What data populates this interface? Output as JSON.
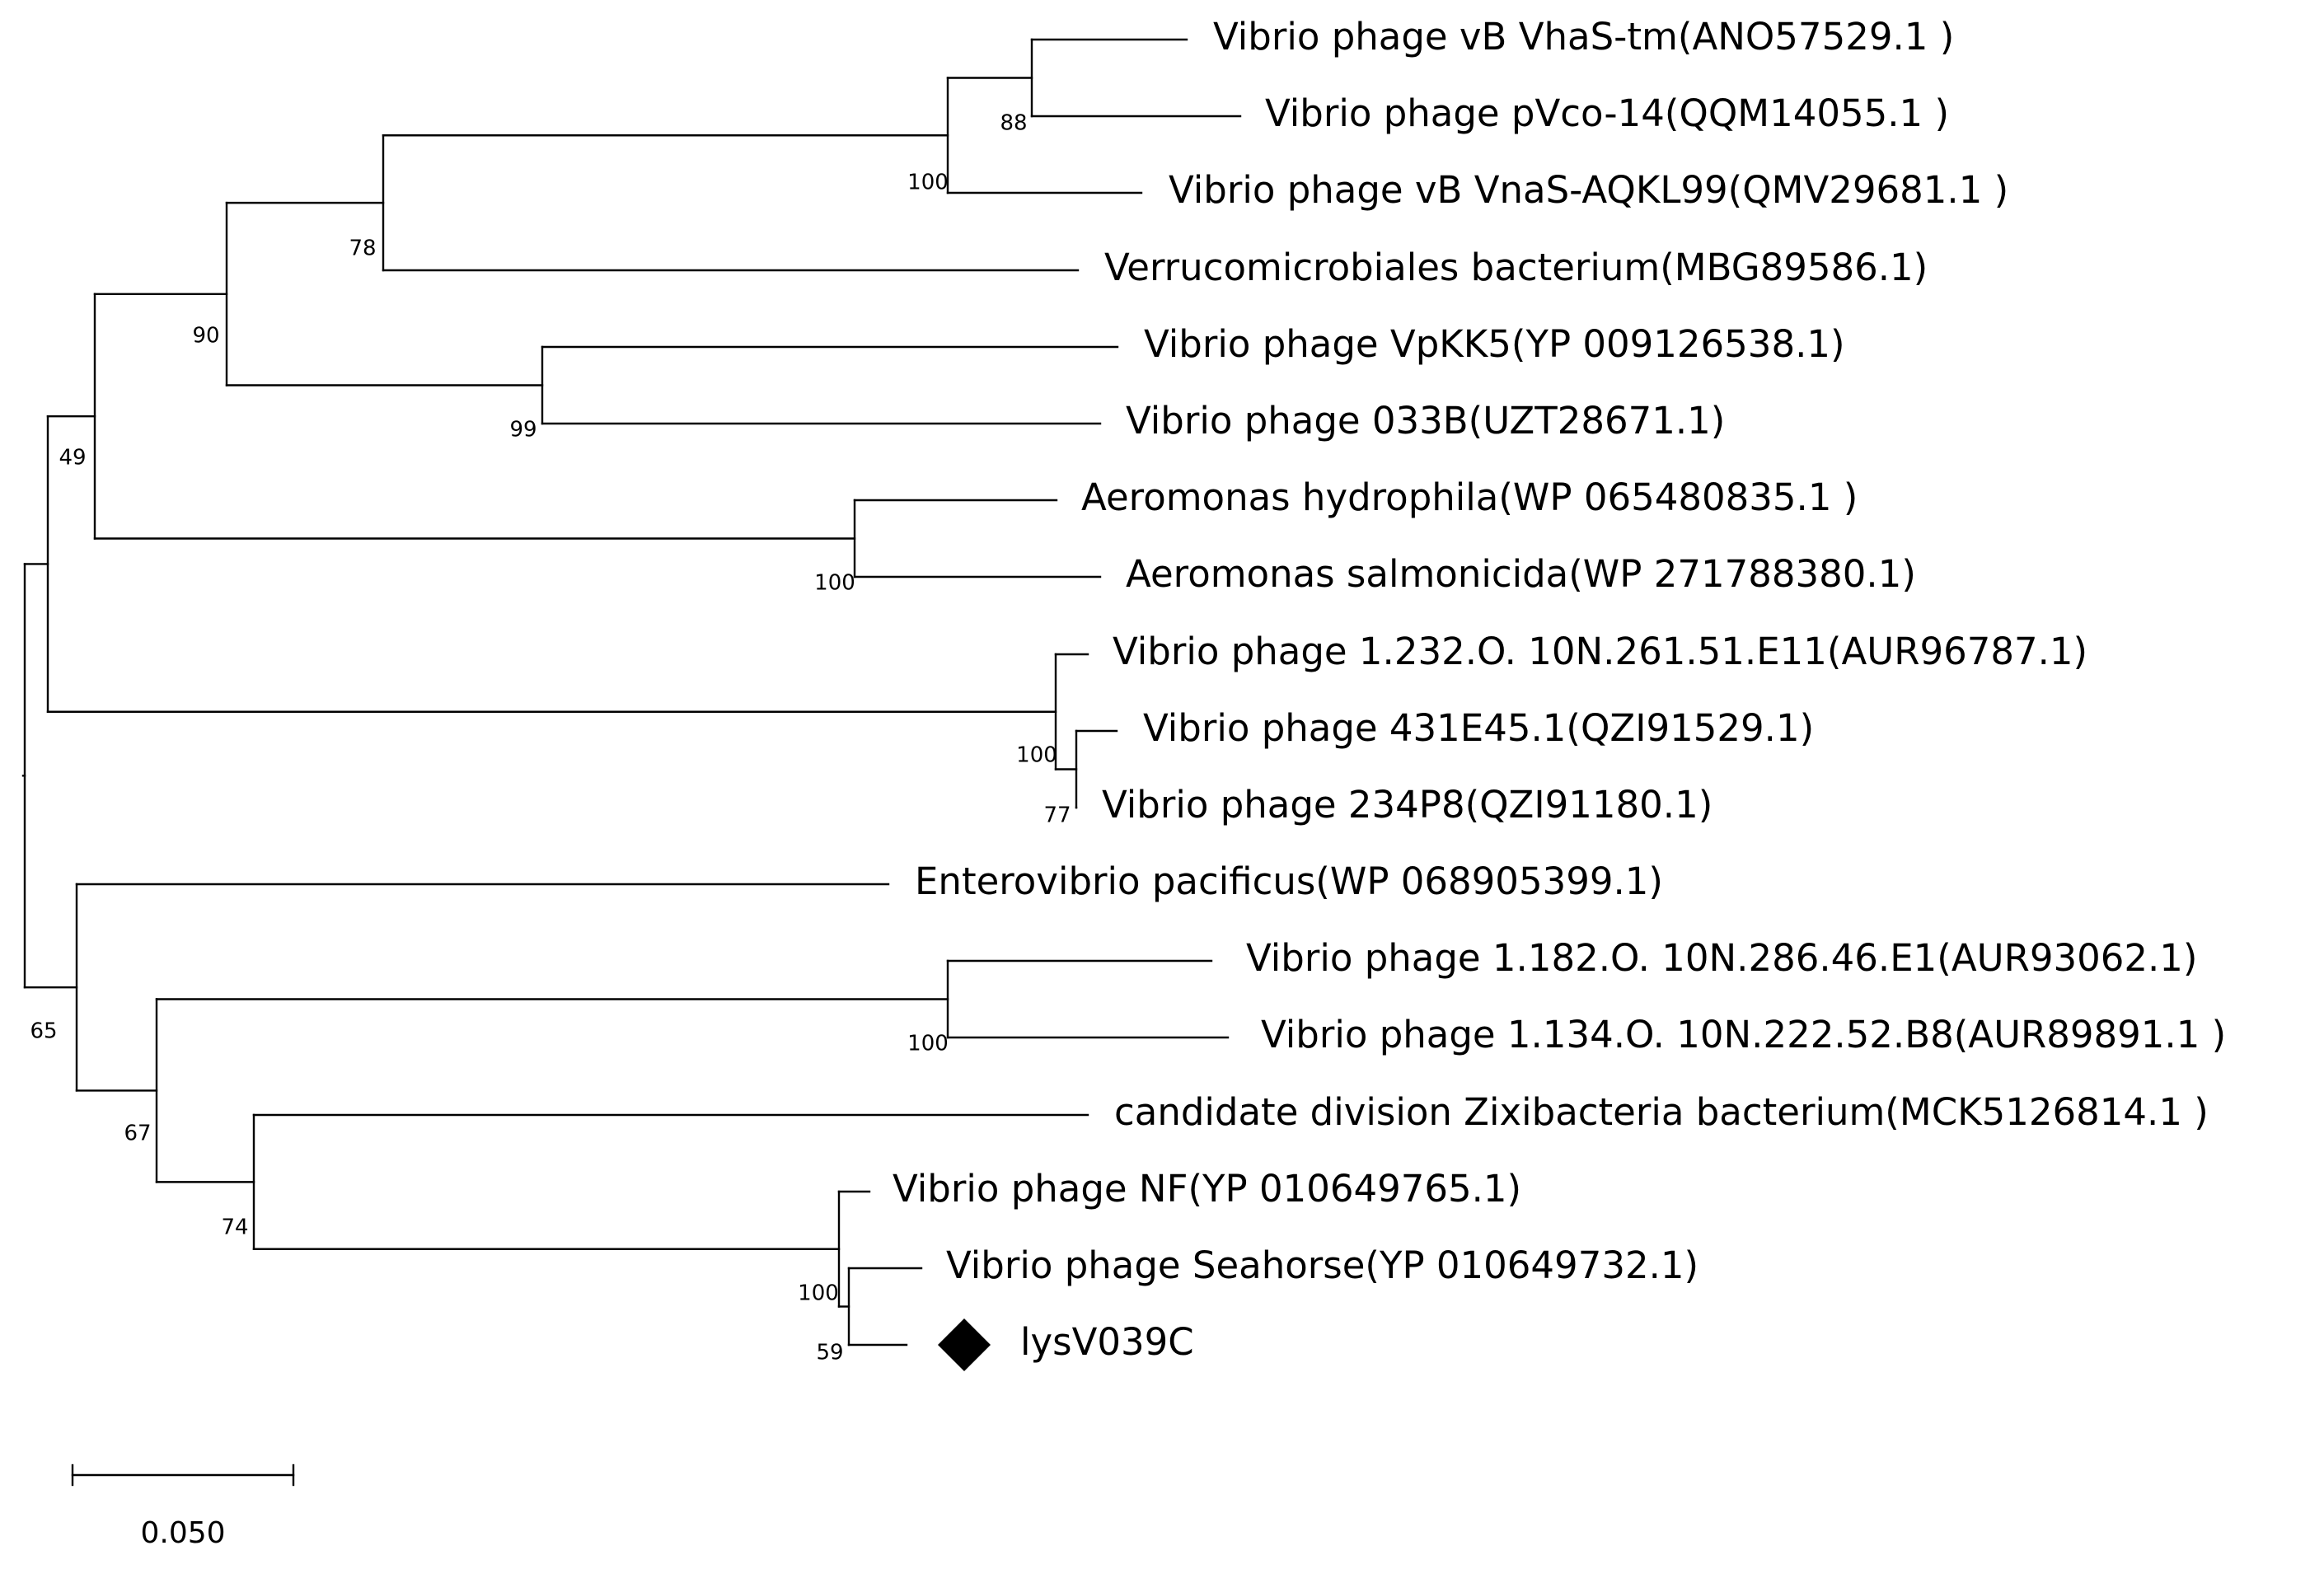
{
  "tree": {
    "taxa": [
      {
        "id": "t1",
        "label": "Vibrio phage vB VhaS-tm(ANO57529.1 )"
      },
      {
        "id": "t2",
        "label": "Vibrio phage pVco-14(QQM14055.1 )"
      },
      {
        "id": "t3",
        "label": "Vibrio phage vB VnaS-AQKL99(QMV29681.1 )"
      },
      {
        "id": "t4",
        "label": "Verrucomicrobiales bacterium(MBG89586.1)"
      },
      {
        "id": "t5",
        "label": "Vibrio phage VpKK5(YP 009126538.1)"
      },
      {
        "id": "t6",
        "label": "Vibrio phage 033B(UZT28671.1)"
      },
      {
        "id": "t7",
        "label": "Aeromonas hydrophila(WP 065480835.1 )"
      },
      {
        "id": "t8",
        "label": "Aeromonas salmonicida(WP 271788380.1)"
      },
      {
        "id": "t9",
        "label": "Vibrio phage 1.232.O. 10N.261.51.E11(AUR96787.1)"
      },
      {
        "id": "t10",
        "label": "Vibrio phage 431E45.1(QZI91529.1)"
      },
      {
        "id": "t11",
        "label": "Vibrio phage 234P8(QZI91180.1)"
      },
      {
        "id": "t12",
        "label": "Enterovibrio pacificus(WP 068905399.1)"
      },
      {
        "id": "t13",
        "label": "Vibrio phage 1.182.O. 10N.286.46.E1(AUR93062.1)"
      },
      {
        "id": "t14",
        "label": "Vibrio phage 1.134.O. 10N.222.52.B8(AUR89891.1 )"
      },
      {
        "id": "t15",
        "label": "candidate division Zixibacteria bacterium(MCK5126814.1 )"
      },
      {
        "id": "t16",
        "label": "Vibrio phage NF(YP 010649765.1)"
      },
      {
        "id": "t17",
        "label": "Vibrio phage Seahorse(YP 010649732.1)"
      },
      {
        "id": "t18",
        "label": "lysV039C",
        "marker": "filled-diamond"
      }
    ],
    "bootstrap_values": [
      "88",
      "100",
      "78",
      "90",
      "99",
      "49",
      "100",
      "100",
      "77",
      "65",
      "100",
      "67",
      "74",
      "100",
      "59"
    ],
    "scale_bar": {
      "value": 0.05,
      "label": "0.050"
    }
  }
}
